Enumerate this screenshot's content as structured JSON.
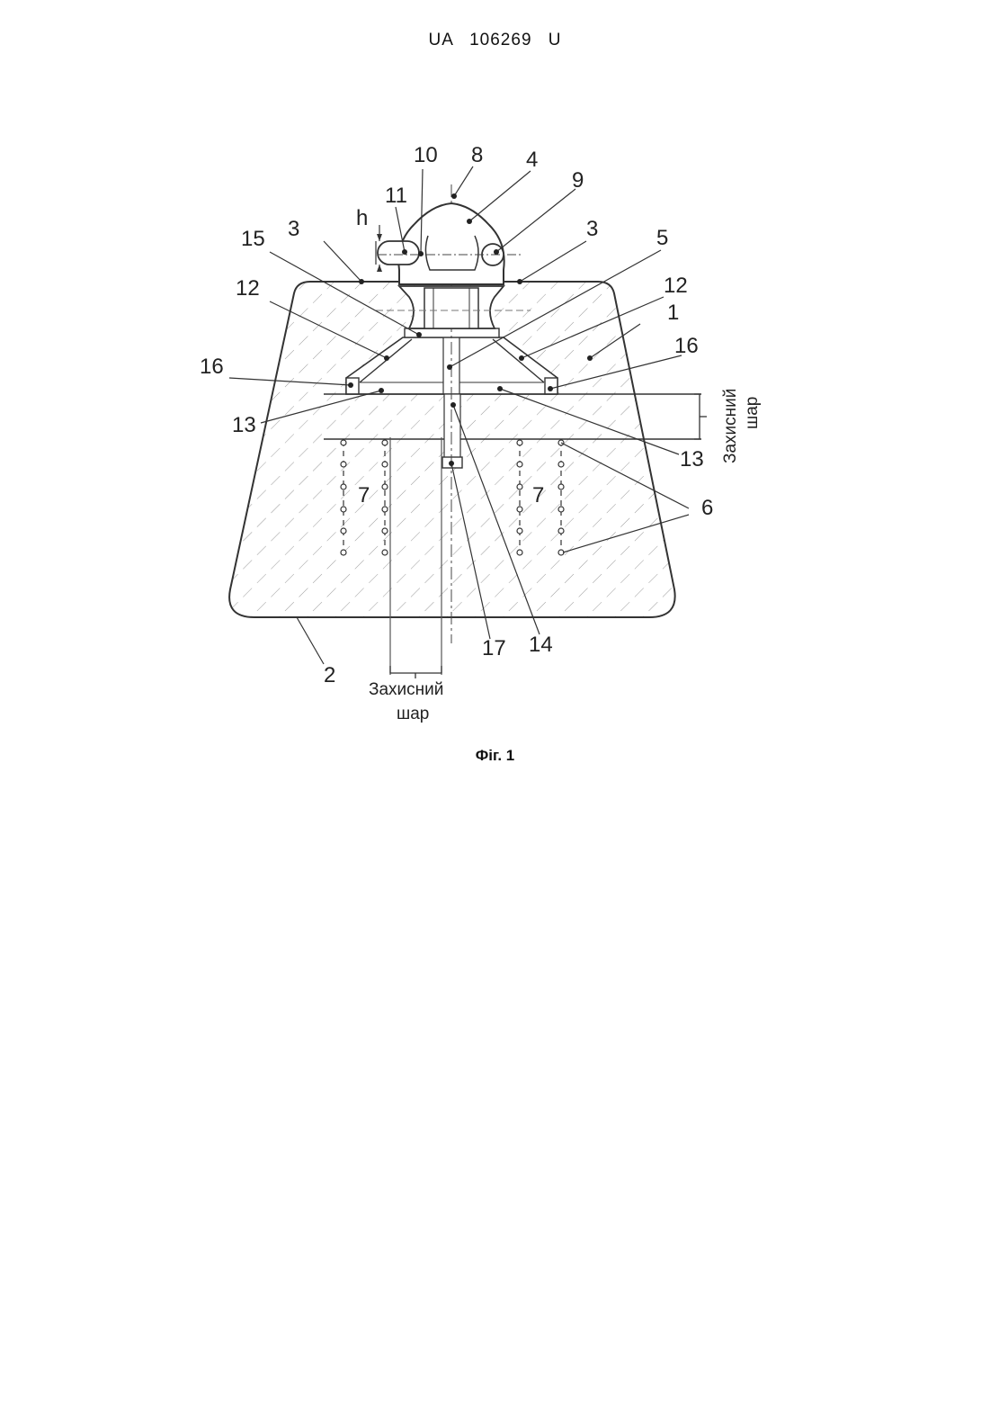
{
  "header": {
    "patent_number": "UA   106269   U"
  },
  "figure": {
    "caption": "Фіг. 1",
    "protective_layer_label_line1": "Захисний",
    "protective_layer_label_line2": "шар",
    "protective_layer_vertical_label_line1": "Захисний",
    "protective_layer_vertical_label_line2": "шар",
    "dimension_label": "h",
    "callouts": {
      "c1": "1",
      "c2": "2",
      "c3a": "3",
      "c3b": "3",
      "c4": "4",
      "c5": "5",
      "c6": "6",
      "c7a": "7",
      "c7b": "7",
      "c8": "8",
      "c9": "9",
      "c10": "10",
      "c11": "11",
      "c12a": "12",
      "c12b": "12",
      "c13a": "13",
      "c13b": "13",
      "c14": "14",
      "c15": "15",
      "c16a": "16",
      "c16b": "16",
      "c17": "17"
    }
  }
}
